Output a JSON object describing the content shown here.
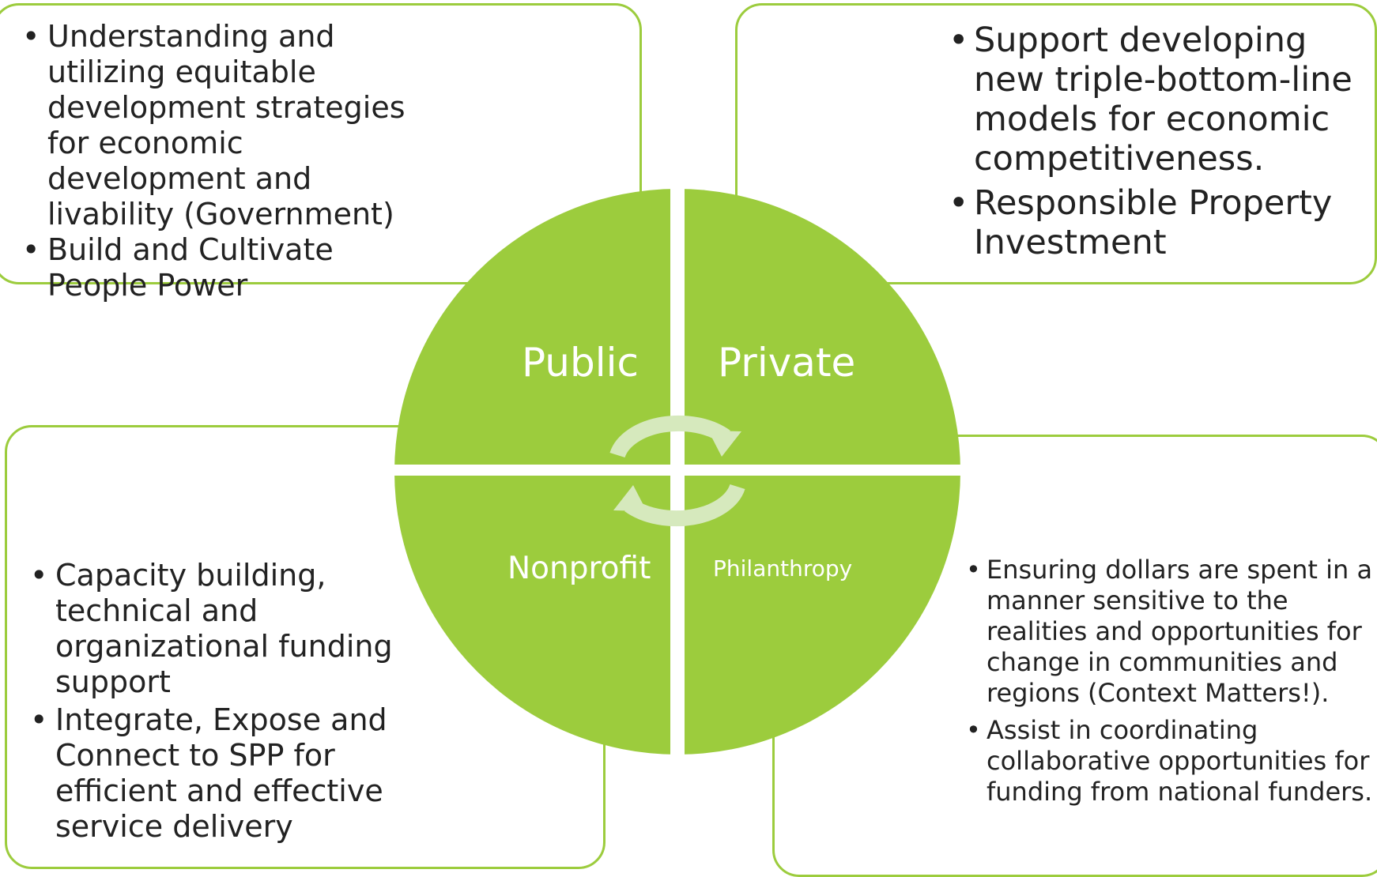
{
  "quadrants": {
    "public": "Public",
    "private": "Private",
    "nonprofit": "Nonprofit",
    "philanthropy": "Philanthropy"
  },
  "public_bullets": [
    "Understanding and utilizing equitable development strategies for economic development and livability (Government)",
    "Build and Cultivate People Power"
  ],
  "private_bullets": [
    "Support developing new triple-bottom-line models for economic competitiveness.",
    "Responsible Property Investment"
  ],
  "nonprofit_bullets": [
    "Capacity building, technical and organizational funding support",
    "Integrate, Expose and Connect to SPP for efficient and effective service delivery"
  ],
  "philanthropy_bullets": [
    "Ensuring dollars are spent in a manner sensitive to the realities and opportunities for change in communities and regions (Context Matters!).",
    "Assist in coordinating collaborative opportunities for funding from national funders."
  ],
  "colors": {
    "green": "#9ccc3d",
    "box_border": "#9ccc3d",
    "cycle_arrow": "#d6e9bd",
    "text": "#222222"
  },
  "icons": {
    "center": "cycle-arrows-icon"
  }
}
